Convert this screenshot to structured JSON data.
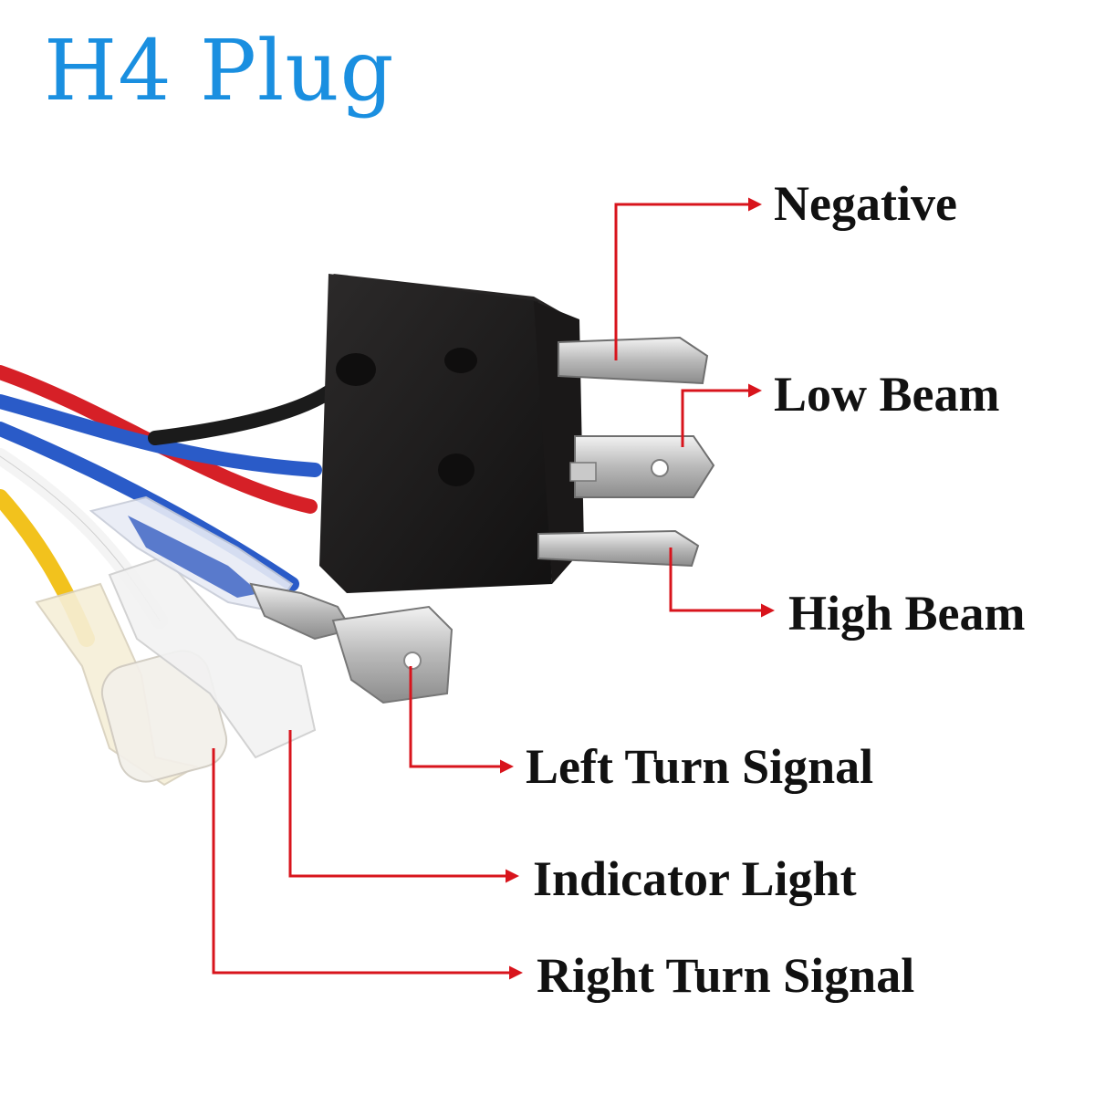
{
  "title": "H4 Plug",
  "labels": {
    "negative": "Negative",
    "low_beam": "Low Beam",
    "high_beam": "High Beam",
    "left_turn_signal": "Left Turn Signal",
    "indicator_light": "Indicator Light",
    "right_turn_signal": "Right Turn Signal"
  },
  "colors": {
    "title": "#1a8fe0",
    "callout": "#d8141c",
    "label": "#111111",
    "connector_body": "#1e1c1c",
    "wires": [
      "#d62027",
      "#2a5bc8",
      "#1b1b1b",
      "#ffffff",
      "#f2c21d"
    ]
  }
}
